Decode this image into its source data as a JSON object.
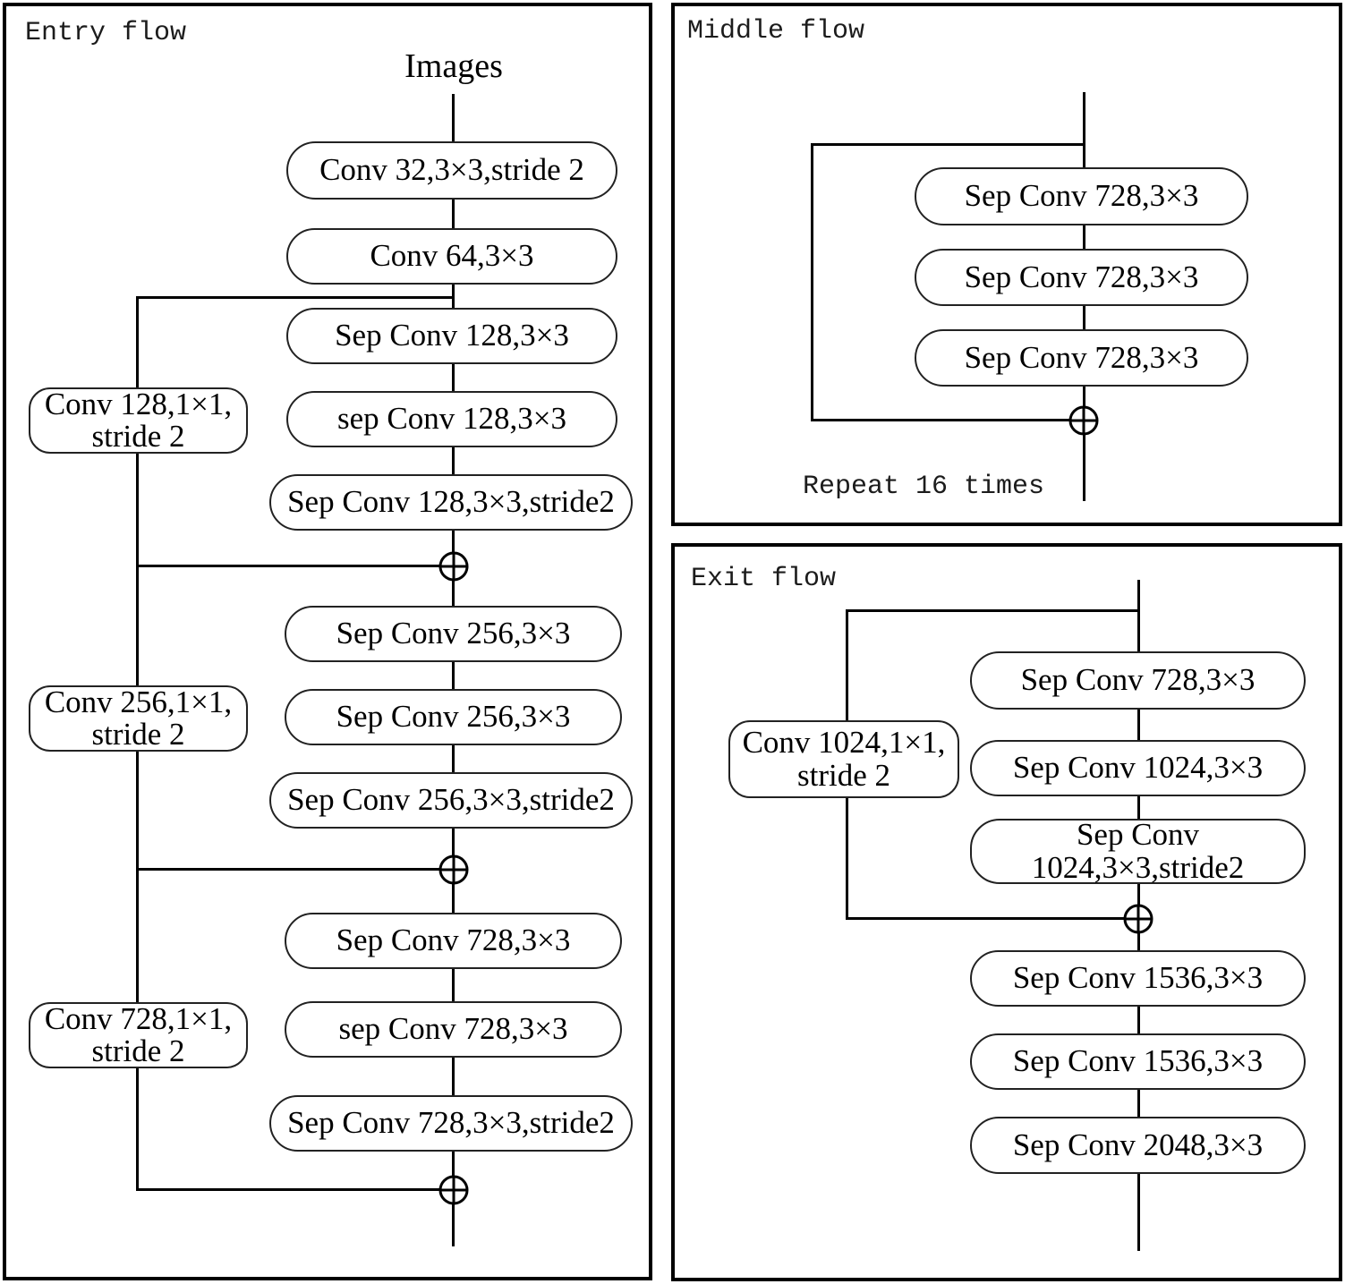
{
  "diagram": {
    "entry": {
      "title": "Entry flow",
      "input_label": "Images",
      "boxes": [
        "Conv 32,3×3,stride 2",
        "Conv 64,3×3",
        "Sep Conv 128,3×3",
        "sep Conv 128,3×3",
        "Sep Conv 128,3×3,stride2",
        "Sep Conv 256,3×3",
        "Sep Conv 256,3×3",
        "Sep Conv 256,3×3,stride2",
        "Sep Conv 728,3×3",
        "sep Conv 728,3×3",
        "Sep Conv 728,3×3,stride2"
      ],
      "side_boxes": [
        {
          "line1": "Conv 128,1×1,",
          "line2": "stride 2"
        },
        {
          "line1": "Conv 256,1×1,",
          "line2": "stride 2"
        },
        {
          "line1": "Conv 728,1×1,",
          "line2": "stride 2"
        }
      ]
    },
    "middle": {
      "title": "Middle flow",
      "boxes": [
        "Sep Conv 728,3×3",
        "Sep Conv 728,3×3",
        "Sep Conv 728,3×3"
      ],
      "repeat_note": "Repeat 16 times"
    },
    "exit": {
      "title": "Exit flow",
      "boxes": [
        "Sep Conv 728,3×3",
        "Sep Conv 1024,3×3",
        {
          "line1": "Sep Conv",
          "line2": "1024,3×3,stride2"
        },
        "Sep Conv 1536,3×3",
        "Sep Conv 1536,3×3",
        "Sep Conv 2048,3×3"
      ],
      "side_box": {
        "line1": "Conv 1024,1×1,",
        "line2": "stride 2"
      }
    }
  }
}
